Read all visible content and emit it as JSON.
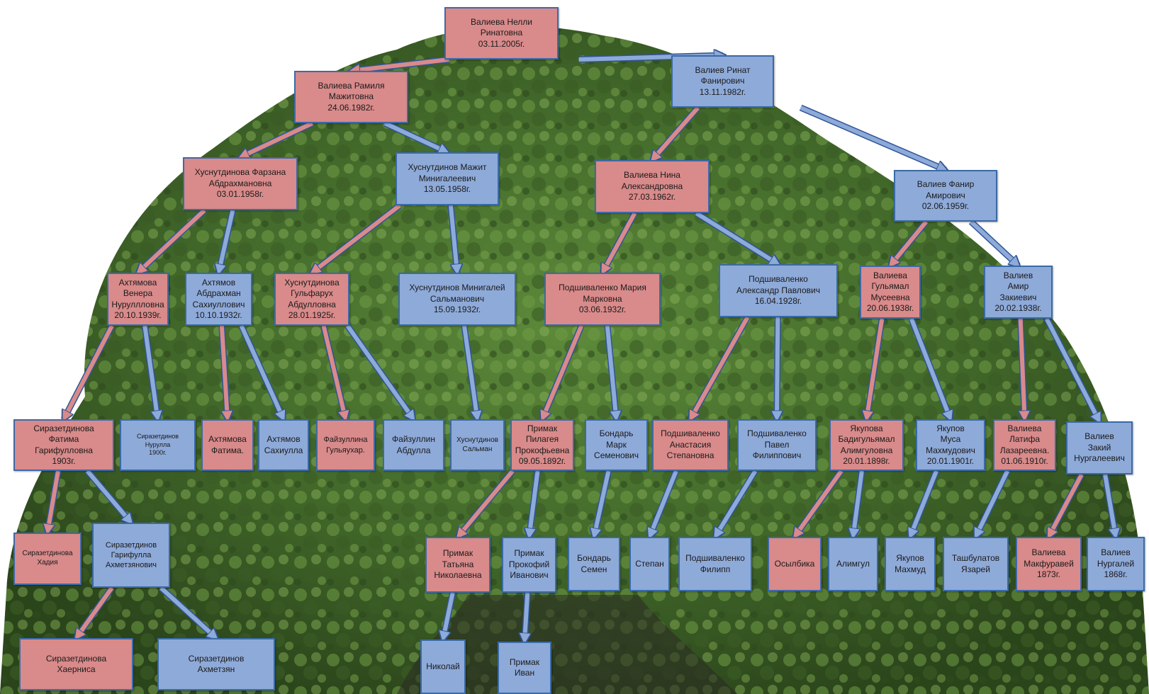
{
  "colors": {
    "female": "#d98a8a",
    "male": "#8eaad9",
    "female_link": "#d98a8a",
    "male_link": "#8eaad9",
    "border": "#2f5597",
    "foliage_dark": "#2f4a1e",
    "foliage_light": "#6f9a45"
  },
  "background": "tree-photo",
  "people": {
    "p_nelli": {
      "text": "Валиева Нелли\nРинатовна\n03.11.2005г.",
      "sex": "f"
    },
    "p_ramilya": {
      "text": "Валиева Рамиля\nМажитовна\n24.06.1982г.",
      "sex": "f"
    },
    "p_rinat": {
      "text": "Валиев Ринат\nФанирович\n13.11.1982г.",
      "sex": "m"
    },
    "p_farzana": {
      "text": "Хуснутдинова Фарзана\nАбдрахмановна\n03.01.1958г.",
      "sex": "f"
    },
    "p_mazhit": {
      "text": "Хуснутдинов Мажит\nМинигалеевич\n13.05.1958г.",
      "sex": "m"
    },
    "p_nina": {
      "text": "Валиева Нина\nАлександровна\n27.03.1962г.",
      "sex": "f"
    },
    "p_fanir": {
      "text": "Валиев Фанир\nАмирович\n02.06.1959г.",
      "sex": "m"
    },
    "p_venera": {
      "text": "Ахтямова\nВенера\nНуруллловна\n20.10.1939г.",
      "sex": "f"
    },
    "p_abdrahman": {
      "text": "Ахтямов\nАбдрахман\nСахиуллович\n10.10.1932г.",
      "sex": "m"
    },
    "p_gulfaruh": {
      "text": "Хуснутдинова\nГульфарух\nАбдулловна\n28.01.1925г.",
      "sex": "f"
    },
    "p_minigaley": {
      "text": "Хуснутдинов Минигалей\nСальманович\n15.09.1932г.",
      "sex": "m"
    },
    "p_mariya": {
      "text": "Подшиваленко Мария\nМарковна\n03.06.1932г.",
      "sex": "f"
    },
    "p_aleksandr": {
      "text": "Подшиваленко\nАлександр Павлович\n16.04.1928г.",
      "sex": "m"
    },
    "p_gulyamal": {
      "text": "Валиева\nГульямал\nМусеевна\n20.06.1938г.",
      "sex": "f"
    },
    "p_amir": {
      "text": "Валиев\nАмир\nЗакиевич\n20.02.1938г.",
      "sex": "m"
    },
    "p_fatima1": {
      "text": "Сиразетдинова\nФатима\nГарифулловна\n1903г.",
      "sex": "f"
    },
    "p_nurulla": {
      "text": "Сиразетдинов\nНурулла\n1900г.",
      "sex": "m"
    },
    "p_fatima2": {
      "text": "Ахтямова\nФатима.",
      "sex": "f"
    },
    "p_sahiulla": {
      "text": "Ахтямов\nСахиулла",
      "sex": "m"
    },
    "p_gulyauhar": {
      "text": "Файзуллина\nГульяухар.",
      "sex": "f"
    },
    "p_abdulla": {
      "text": "Файзуллин\nАбдулла",
      "sex": "m"
    },
    "p_salman": {
      "text": "Хуснутдинов\nСальман",
      "sex": "m"
    },
    "p_pilageya": {
      "text": "Примак\nПилагея\nПрокофьевна\n09.05.1892г.",
      "sex": "f"
    },
    "p_mark": {
      "text": "Бондарь\nМарк\nСеменович",
      "sex": "m"
    },
    "p_anastasiya": {
      "text": "Подшиваленко\nАнастасия\nСтепановна",
      "sex": "f"
    },
    "p_pavel": {
      "text": "Подшиваленко\nПавел\nФилиппович",
      "sex": "m"
    },
    "p_badigulyamal": {
      "text": "Якупова\nБадигульямал\nАлимгуловна\n20.01.1898г.",
      "sex": "f"
    },
    "p_musa": {
      "text": "Якупов\nМуса\nМахмудович\n20.01.1901г.",
      "sex": "m"
    },
    "p_latifa": {
      "text": "Валиева\nЛатифа\nЛазареевна.\n01.06.1910г.",
      "sex": "f"
    },
    "p_zakiy": {
      "text": "Валиев\nЗакий\nНургалеевич",
      "sex": "m"
    },
    "p_hadiya": {
      "text": "Сиразетдинова\nХадия",
      "sex": "f"
    },
    "p_garifulla": {
      "text": "Сиразетдинов\nГарифулла\nАхметзянович",
      "sex": "m"
    },
    "p_tatyana": {
      "text": "Примак\nТатьяна\nНиколаевна",
      "sex": "f"
    },
    "p_prokofiy": {
      "text": "Примак\nПрокофий\nИванович",
      "sex": "m"
    },
    "p_semen": {
      "text": "Бондарь\nСемен",
      "sex": "m"
    },
    "p_stepan": {
      "text": "Степан",
      "sex": "m"
    },
    "p_filipp": {
      "text": "Подшиваленко\nФилипп",
      "sex": "m"
    },
    "p_osylbika": {
      "text": "Осылбика",
      "sex": "f"
    },
    "p_alimgul": {
      "text": "Алимгул",
      "sex": "m"
    },
    "p_mahmud": {
      "text": "Якупов\nМахмуд",
      "sex": "m"
    },
    "p_yazarey": {
      "text": "Ташбулатов\nЯзарей",
      "sex": "m"
    },
    "p_makfuravey": {
      "text": "Валиева\nМакфуравей\n1873г.",
      "sex": "f"
    },
    "p_nurgaley": {
      "text": "Валиев\nНургалей\n1868г.",
      "sex": "m"
    },
    "p_haernisa": {
      "text": "Сиразетдинова\nХаерниса",
      "sex": "f"
    },
    "p_ahmetzyan": {
      "text": "Сиразетдинов\nАхметзян",
      "sex": "m"
    },
    "p_nikolay": {
      "text": "Николай",
      "sex": "m"
    },
    "p_ivan": {
      "text": "Примак\nИван",
      "sex": "m"
    }
  },
  "relations": [
    {
      "child": "p_nelli",
      "parent": "p_ramilya"
    },
    {
      "child": "p_nelli",
      "parent": "p_rinat"
    },
    {
      "child": "p_ramilya",
      "parent": "p_farzana"
    },
    {
      "child": "p_ramilya",
      "parent": "p_mazhit"
    },
    {
      "child": "p_rinat",
      "parent": "p_nina"
    },
    {
      "child": "p_rinat",
      "parent": "p_fanir"
    },
    {
      "child": "p_farzana",
      "parent": "p_venera"
    },
    {
      "child": "p_farzana",
      "parent": "p_abdrahman"
    },
    {
      "child": "p_mazhit",
      "parent": "p_gulfaruh"
    },
    {
      "child": "p_mazhit",
      "parent": "p_minigaley"
    },
    {
      "child": "p_nina",
      "parent": "p_mariya"
    },
    {
      "child": "p_nina",
      "parent": "p_aleksandr"
    },
    {
      "child": "p_fanir",
      "parent": "p_gulyamal"
    },
    {
      "child": "p_fanir",
      "parent": "p_amir"
    },
    {
      "child": "p_venera",
      "parent": "p_fatima1"
    },
    {
      "child": "p_venera",
      "parent": "p_nurulla"
    },
    {
      "child": "p_abdrahman",
      "parent": "p_fatima2"
    },
    {
      "child": "p_abdrahman",
      "parent": "p_sahiulla"
    },
    {
      "child": "p_gulfaruh",
      "parent": "p_gulyauhar"
    },
    {
      "child": "p_gulfaruh",
      "parent": "p_abdulla"
    },
    {
      "child": "p_minigaley",
      "parent": "p_salman"
    },
    {
      "child": "p_mariya",
      "parent": "p_pilageya"
    },
    {
      "child": "p_mariya",
      "parent": "p_mark"
    },
    {
      "child": "p_aleksandr",
      "parent": "p_anastasiya"
    },
    {
      "child": "p_aleksandr",
      "parent": "p_pavel"
    },
    {
      "child": "p_gulyamal",
      "parent": "p_badigulyamal"
    },
    {
      "child": "p_gulyamal",
      "parent": "p_musa"
    },
    {
      "child": "p_amir",
      "parent": "p_latifa"
    },
    {
      "child": "p_amir",
      "parent": "p_zakiy"
    },
    {
      "child": "p_fatima1",
      "parent": "p_hadiya"
    },
    {
      "child": "p_fatima1",
      "parent": "p_garifulla"
    },
    {
      "child": "p_pilageya",
      "parent": "p_tatyana"
    },
    {
      "child": "p_pilageya",
      "parent": "p_prokofiy"
    },
    {
      "child": "p_mark",
      "parent": "p_semen"
    },
    {
      "child": "p_anastasiya",
      "parent": "p_stepan"
    },
    {
      "child": "p_pavel",
      "parent": "p_filipp"
    },
    {
      "child": "p_badigulyamal",
      "parent": "p_osylbika"
    },
    {
      "child": "p_badigulyamal",
      "parent": "p_alimgul"
    },
    {
      "child": "p_musa",
      "parent": "p_mahmud"
    },
    {
      "child": "p_latifa",
      "parent": "p_yazarey"
    },
    {
      "child": "p_zakiy",
      "parent": "p_makfuravey"
    },
    {
      "child": "p_zakiy",
      "parent": "p_nurgaley"
    },
    {
      "child": "p_garifulla",
      "parent": "p_haernisa"
    },
    {
      "child": "p_garifulla",
      "parent": "p_ahmetzyan"
    },
    {
      "child": "p_tatyana",
      "parent": "p_nikolay"
    },
    {
      "child": "p_prokofiy",
      "parent": "p_ivan"
    }
  ]
}
